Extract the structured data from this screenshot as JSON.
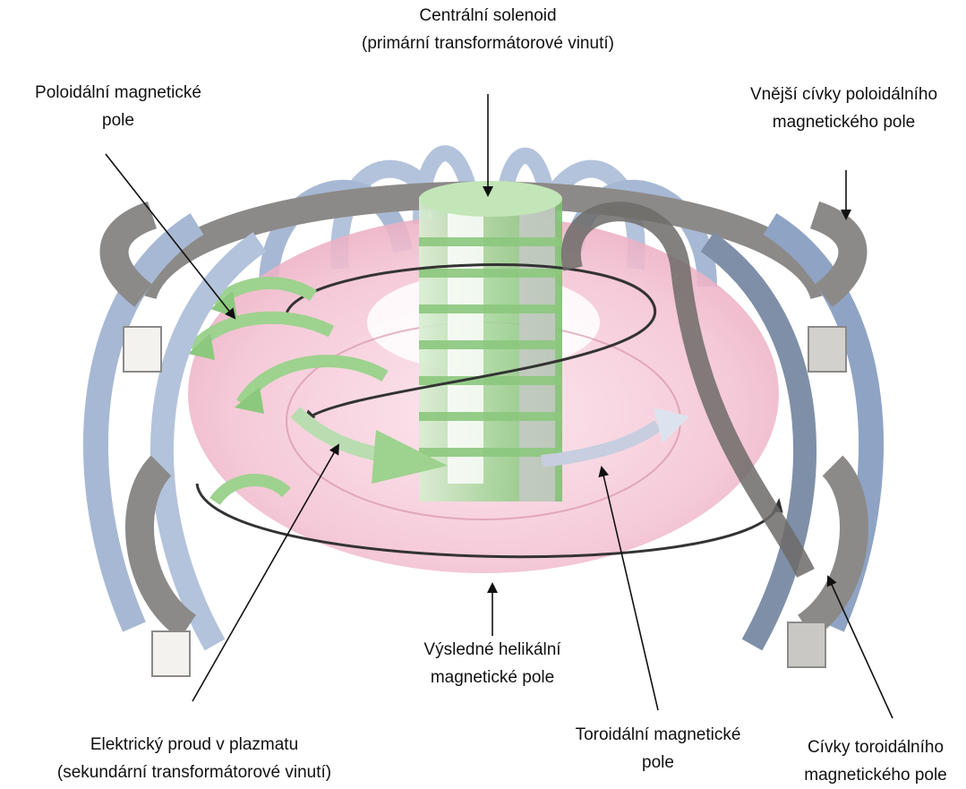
{
  "labels": {
    "central_solenoid": {
      "line1": "Centrální solenoid",
      "line2": "(primární transformátorové vinutí)"
    },
    "poloidal_field": {
      "line1": "Poloidální magnetické",
      "line2": "pole"
    },
    "outer_poloidal_coils": {
      "line1": "Vnější cívky poloidálního",
      "line2": "magnetického pole"
    },
    "helical_field": {
      "line1": "Výsledné helikální",
      "line2": "magnetické pole"
    },
    "plasma_current": {
      "line1": "Elektrický proud v plazmatu",
      "line2": "(sekundární transformátorové vinutí)"
    },
    "toroidal_field": {
      "line1": "Toroidální magnetické",
      "line2": "pole"
    },
    "toroidal_coils": {
      "line1": "Cívky toroidálního",
      "line2": "magnetického pole"
    }
  },
  "colors": {
    "coil_blue": "#b3c3dc",
    "coil_blue_dark": "#8fa3c4",
    "coil_gray": "#8c8a88",
    "coil_gray_dark": "#6d6b69",
    "plasma_pink": "#f5c9d6",
    "plasma_pink_dark": "#e8a8bc",
    "solenoid_green": "#a9d79f",
    "arrow_green": "#9ed28f",
    "leader_line": "#111111",
    "helix_line": "#333333"
  }
}
